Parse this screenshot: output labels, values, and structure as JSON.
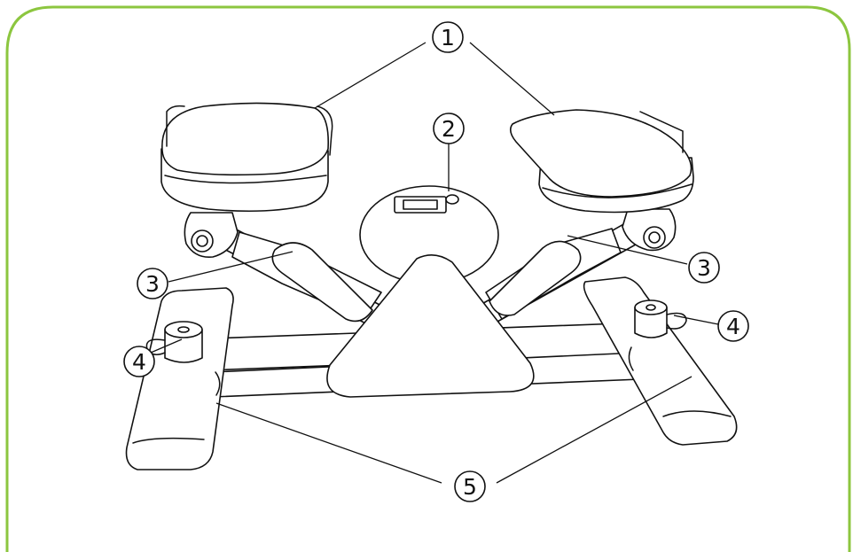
{
  "diagram": {
    "frame_color": "#8cc63f",
    "line_color": "#111111",
    "callouts": [
      {
        "id": "callout-1",
        "label": "1"
      },
      {
        "id": "callout-2",
        "label": "2"
      },
      {
        "id": "callout-3-left",
        "label": "3"
      },
      {
        "id": "callout-3-right",
        "label": "3"
      },
      {
        "id": "callout-4-left",
        "label": "4"
      },
      {
        "id": "callout-4-right",
        "label": "4"
      },
      {
        "id": "callout-5",
        "label": "5"
      }
    ]
  }
}
